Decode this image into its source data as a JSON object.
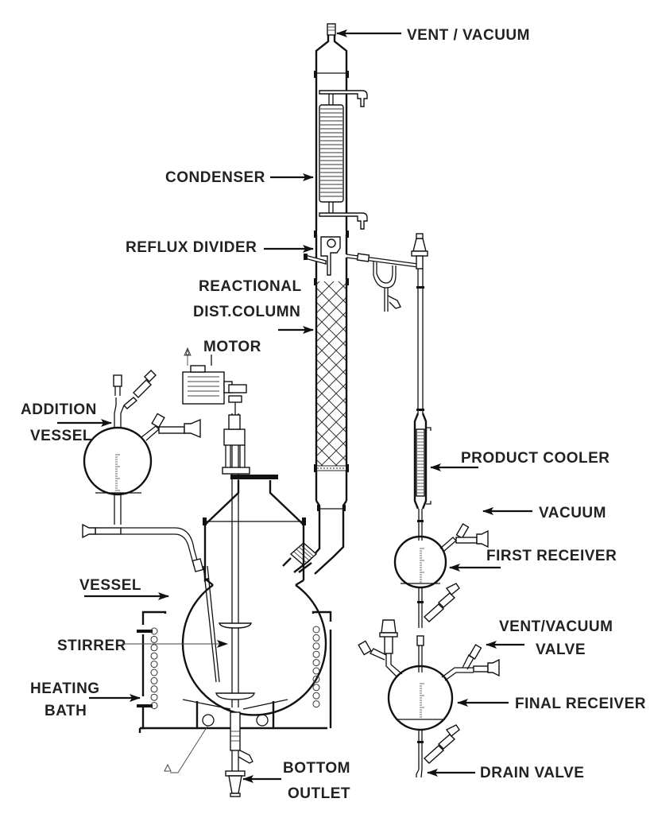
{
  "diagram": {
    "title": "Reactive distillation glass apparatus",
    "ink_color": "#111111",
    "background": "#ffffff",
    "labels": {
      "vent_vacuum": "VENT / VACUUM",
      "condenser": "CONDENSER",
      "reflux_divider": "REFLUX DIVIDER",
      "reactional_line1": "REACTIONAL",
      "reactional_line2": "DIST.COLUMN",
      "motor": "MOTOR",
      "addition_line1": "ADDITION",
      "addition_line2": "VESSEL",
      "product_cooler": "PRODUCT COOLER",
      "vacuum": "VACUUM",
      "first_receiver": "FIRST RECEIVER",
      "vessel": "VESSEL",
      "vent_vacuum_valve_line1": "VENT/VACUUM",
      "vent_vacuum_valve_line2": "VALVE",
      "stirrer": "STIRRER",
      "heating_line1": "HEATING",
      "heating_line2": "BATH",
      "final_receiver": "FINAL RECEIVER",
      "bottom_line1": "BOTTOM",
      "bottom_line2": "OUTLET",
      "drain_valve": "DRAIN VALVE"
    }
  }
}
